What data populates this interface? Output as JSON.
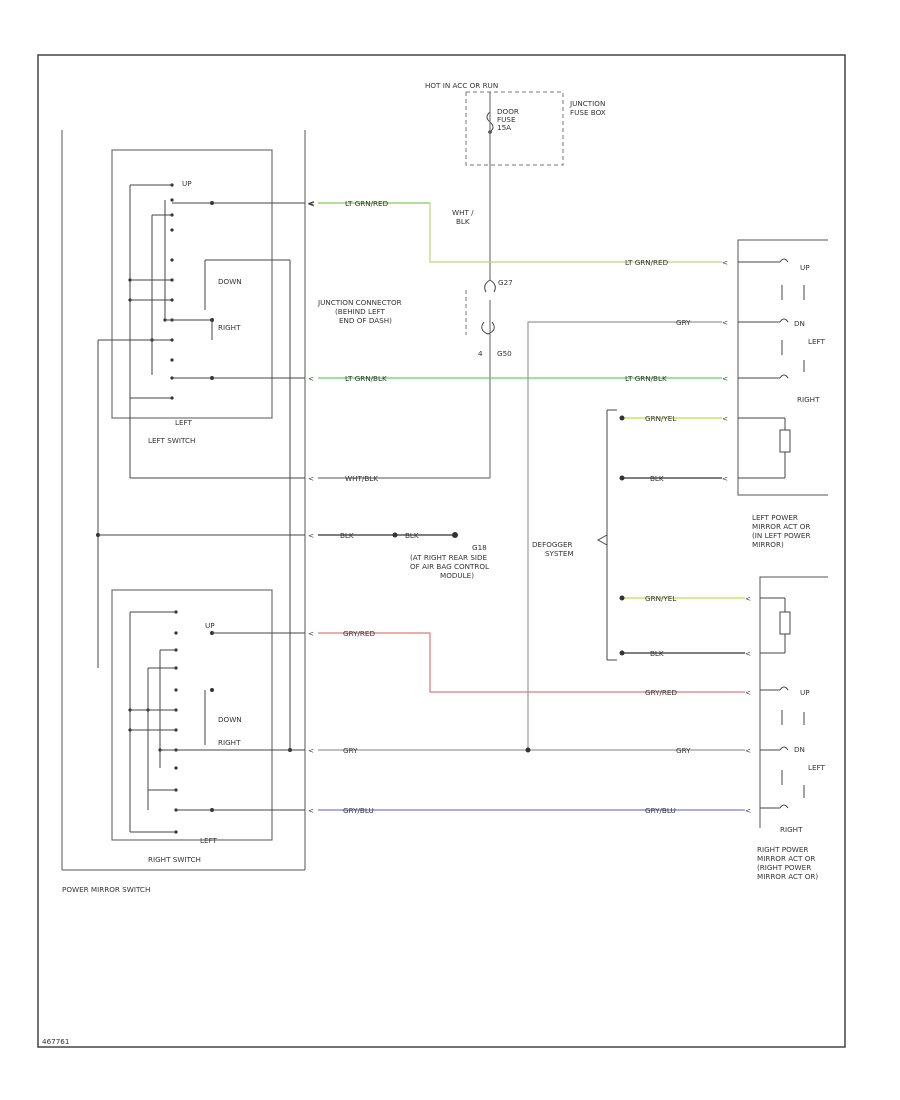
{
  "colors": {
    "lt_grn_red": "#8fd16a",
    "lt_grn_red_right": "#c8b85a",
    "lt_grn_blk": "#5ad65a",
    "gry": "#999999",
    "grn_yel": "#b8e04a",
    "blk": "#333333",
    "gry_red": "#e07a7a",
    "gry_blu": "#7a7ad8",
    "wht_blk": "#777777"
  },
  "fuse_box": {
    "hot_label": "HOT IN ACC OR RUN",
    "fuse_label_1": "DOOR",
    "fuse_label_2": "FUSE",
    "fuse_label_3": "15A",
    "junction_label_1": "JUNCTION",
    "junction_label_2": "FUSE BOX"
  },
  "junction_connector": {
    "label_1": "JUNCTION CONNECTOR",
    "label_2": "(BEHIND LEFT",
    "label_3": "END OF DASH)",
    "pin_top": "G27",
    "pin_bottom": "G50",
    "pin_bottom_num": "4"
  },
  "wires": {
    "wht_blk_top_1": "WHT /",
    "wht_blk_top_2": "BLK",
    "lt_grn_red": "LT GRN/RED",
    "lt_grn_blk": "LT GRN/BLK",
    "gry": "GRY",
    "wht_blk": "WHT/BLK",
    "blk": "BLK",
    "grn_yel": "GRN/YEL",
    "gry_red": "GRY/RED",
    "gry_blu": "GRY/BLU"
  },
  "left_switch": {
    "up": "UP",
    "down": "DOWN",
    "right": "RIGHT",
    "left": "LEFT",
    "title": "LEFT SWITCH"
  },
  "right_switch": {
    "up": "UP",
    "down": "DOWN",
    "right": "RIGHT",
    "left": "LEFT",
    "title": "RIGHT SWITCH"
  },
  "power_mirror_switch": "POWER MIRROR SWITCH",
  "ground": {
    "label_1": "G18",
    "label_2": "(AT RIGHT REAR SIDE",
    "label_3": "OF AIR BAG CONTROL",
    "label_4": "MODULE)"
  },
  "defogger": {
    "label_1": "DEFOGGER",
    "label_2": "SYSTEM"
  },
  "left_mirror": {
    "up": "UP",
    "dn": "DN",
    "left": "LEFT",
    "right": "RIGHT",
    "label_1": "LEFT POWER",
    "label_2": "MIRROR ACT OR",
    "label_3": "(IN LEFT POWER",
    "label_4": "MIRROR)"
  },
  "right_mirror": {
    "up": "UP",
    "dn": "DN",
    "left": "LEFT",
    "right": "RIGHT",
    "label_1": "RIGHT POWER",
    "label_2": "MIRROR ACT OR",
    "label_3": "(RIGHT POWER",
    "label_4": "MIRROR ACT OR)"
  },
  "footer_code": "467761"
}
